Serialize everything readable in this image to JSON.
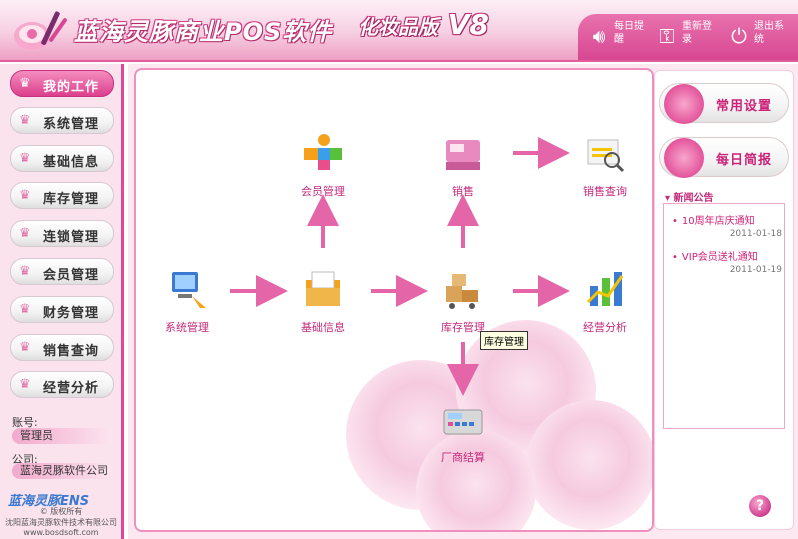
{
  "header": {
    "title": "蓝海灵豚商业POS软件",
    "edition": "化妆品版",
    "version": "V8",
    "buttons": [
      {
        "id": "daily-reminder",
        "label": "每日提醒",
        "icon": "speaker-icon"
      },
      {
        "id": "relogin",
        "label": "重新登录",
        "icon": "key-icon"
      },
      {
        "id": "exit",
        "label": "退出系统",
        "icon": "power-icon"
      }
    ]
  },
  "sidebar": {
    "items": [
      {
        "label": "我的工作",
        "active": true
      },
      {
        "label": "系统管理",
        "active": false
      },
      {
        "label": "基础信息",
        "active": false
      },
      {
        "label": "库存管理",
        "active": false
      },
      {
        "label": "连锁管理",
        "active": false
      },
      {
        "label": "会员管理",
        "active": false
      },
      {
        "label": "财务管理",
        "active": false
      },
      {
        "label": "销售查询",
        "active": false
      },
      {
        "label": "经营分析",
        "active": false
      }
    ],
    "account_label": "账号:",
    "account_value": "管理员",
    "company_label": "公司:",
    "company_value": "蓝海灵豚软件公司",
    "brand": "蓝海灵豚ENS",
    "copyright": "© 版权所有",
    "company_full": "沈阳蓝海灵豚软件技术有限公司",
    "website": "www.bosdsoft.com"
  },
  "workflow": {
    "nodes": [
      {
        "id": "member",
        "label": "会员管理",
        "icon": "member-puzzle-icon"
      },
      {
        "id": "sales",
        "label": "销售",
        "icon": "cash-register-icon"
      },
      {
        "id": "sales-query",
        "label": "销售查询",
        "icon": "magnifier-document-icon"
      },
      {
        "id": "system",
        "label": "系统管理",
        "icon": "computer-icon"
      },
      {
        "id": "basic",
        "label": "基础信息",
        "icon": "folder-icon"
      },
      {
        "id": "inventory",
        "label": "库存管理",
        "icon": "boxes-icon"
      },
      {
        "id": "analysis",
        "label": "经营分析",
        "icon": "chart-icon"
      },
      {
        "id": "vendor",
        "label": "厂商结算",
        "icon": "calculator-icon"
      }
    ],
    "tooltip": "库存管理"
  },
  "right_panel": {
    "common_settings": "常用设置",
    "daily_report": "每日简报",
    "news_header": "新闻公告",
    "news": [
      {
        "title": "10周年店庆通知",
        "date": "2011-01-18"
      },
      {
        "title": "VIP会员送礼通知",
        "date": "2011-01-19"
      }
    ],
    "help": "?"
  },
  "colors": {
    "accent": "#e0479a",
    "label_pink": "#c22a7a",
    "arrow": "#e466a8"
  }
}
